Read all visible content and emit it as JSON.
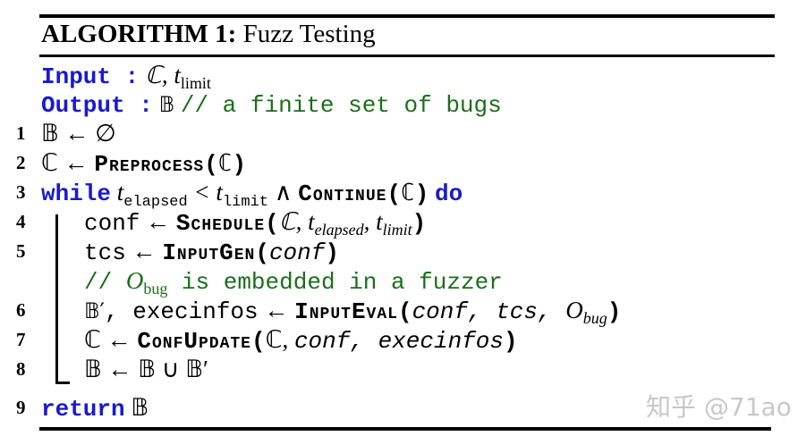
{
  "algorithm": {
    "label": "ALGORITHM 1:",
    "title": "Fuzz Testing",
    "input_kw": "Input :",
    "input_val": "ℂ, t",
    "input_sub": "limit",
    "output_kw": "Output :",
    "output_val": "𝔹",
    "output_comment": "// a finite set of bugs",
    "lines": [
      {
        "num": "1",
        "text": "𝔹 ← ∅"
      },
      {
        "num": "2",
        "lhs": "ℂ ←",
        "fn": "Preprocess",
        "args": "(ℂ)"
      },
      {
        "num": "3",
        "kw": "while",
        "t": "t",
        "sub1": "elapsed",
        "lt": " < t",
        "sub2": "limit",
        "and": " ∧ ",
        "fn": "Continue",
        "args": "(ℂ)",
        "kw2": "do"
      },
      {
        "num": "4",
        "lhs": "conf",
        "arrow": " ← ",
        "fn": "Schedule",
        "open": "(",
        "a1": "ℂ, t",
        "s1": "elapsed",
        "a2": ", t",
        "s2": "limit",
        "close": ")"
      },
      {
        "num": "5",
        "lhs": "tcs",
        "arrow": " ← ",
        "fn": "InputGen",
        "open": "(",
        "a1": "conf",
        "close": ")"
      },
      {
        "num": "",
        "comment_pre": "// ",
        "O": "O",
        "sub": "bug",
        "comment_post": " is embedded in a fuzzer"
      },
      {
        "num": "6",
        "lhs1": "𝔹′",
        "lhs2": ", execinfos",
        "arrow": " ← ",
        "fn": "InputEval",
        "open": "(",
        "a1": "conf, tcs, ",
        "O": "O",
        "sub": "bug",
        "close": ")"
      },
      {
        "num": "7",
        "lhs": "ℂ",
        "arrow": " ← ",
        "fn": "ConfUpdate",
        "open": "(",
        "a0": "ℂ, ",
        "a1": "conf, execinfos",
        "close": ")"
      },
      {
        "num": "8",
        "text": "𝔹 ← 𝔹 ∪ 𝔹′"
      },
      {
        "num": "9",
        "kw": "return",
        "val": " 𝔹"
      }
    ]
  },
  "watermark": "知乎 @71ao"
}
